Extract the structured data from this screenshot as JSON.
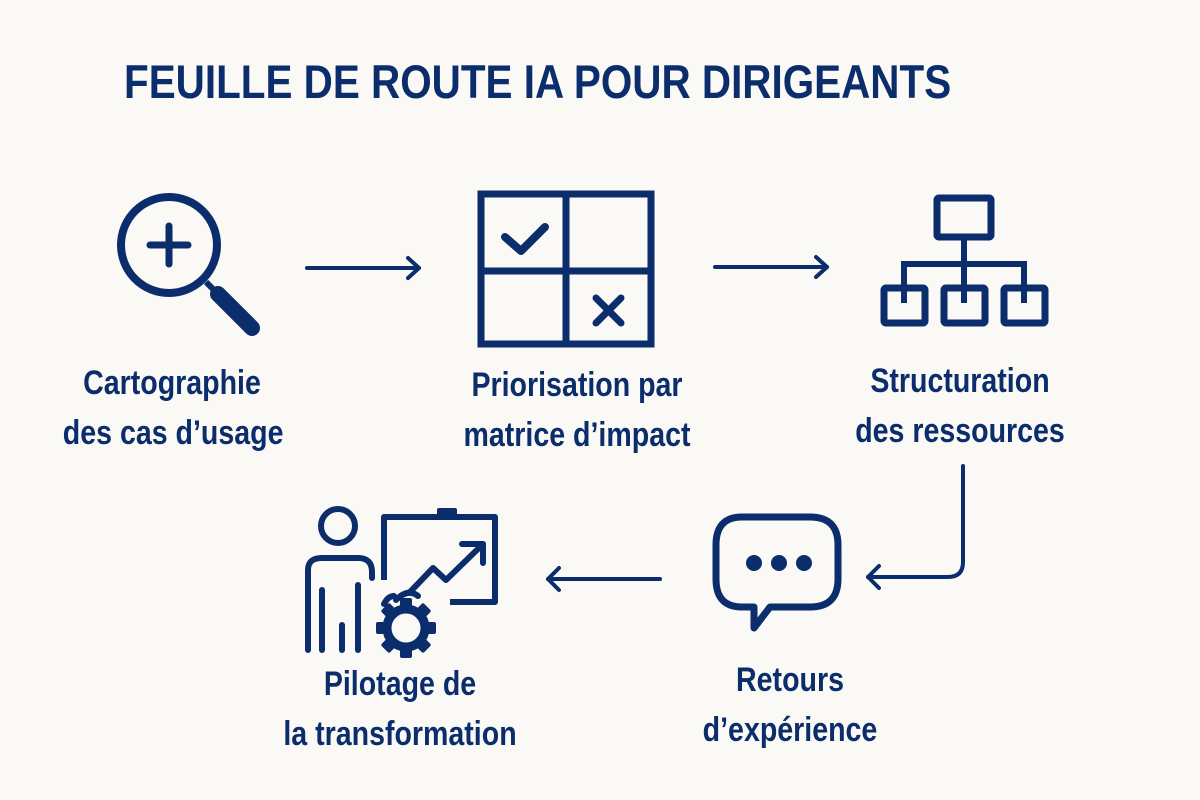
{
  "title": "FEUILLE DE ROUTE IA POUR DIRIGEANTS",
  "colors": {
    "primary": "#0b2d6b",
    "background": "#faf9f6"
  },
  "steps": [
    {
      "icon": "magnifier-plus-icon",
      "line1": "Cartographie",
      "line2": "des cas d’usage"
    },
    {
      "icon": "impact-matrix-icon",
      "line1": "Priorisation par",
      "line2": "matrice d’impact"
    },
    {
      "icon": "org-chart-icon",
      "line1": "Structuration",
      "line2": "des ressources"
    },
    {
      "icon": "chat-bubble-icon",
      "line1": "Retours",
      "line2": "d’expérience"
    },
    {
      "icon": "presenter-chart-gear-icon",
      "line1": "Pilotage de",
      "line2": "la transformation"
    }
  ],
  "flow": [
    "step1 → step2",
    "step2 → step3",
    "step3 → step4",
    "step4 → step5"
  ]
}
